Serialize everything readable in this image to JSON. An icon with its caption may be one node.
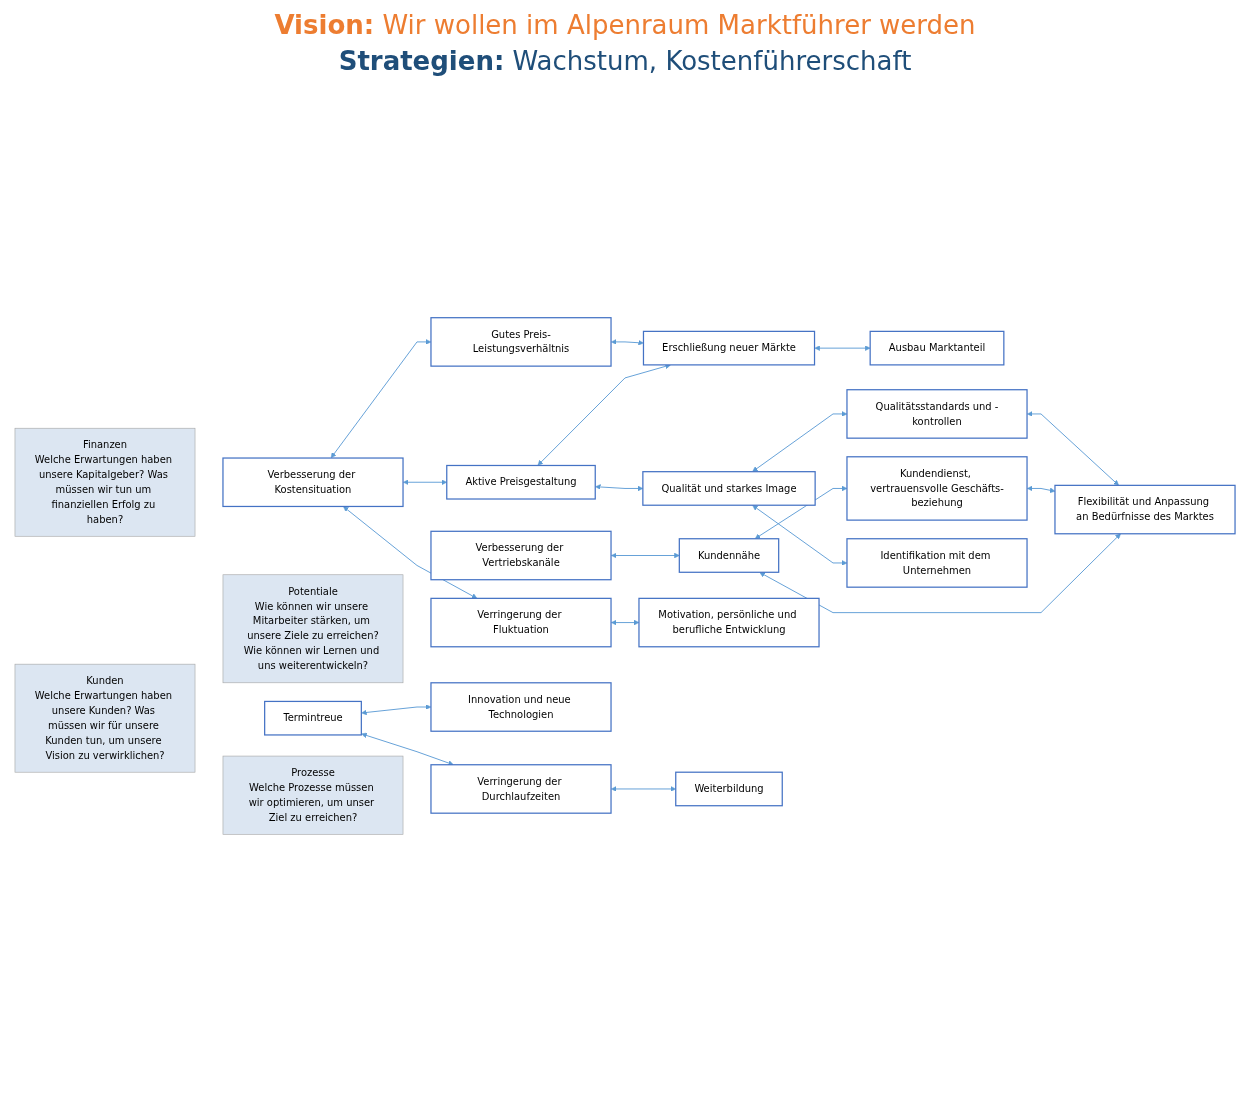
{
  "diagram": {
    "title": "**Vision:** Wir wollen im Alpenraum Marktführer werden",
    "nodes": [
      {
        "text": [
          "Finanzen",
          "Welche Erwartungen haben unsere Kapitalgeber? Was müssen wir tun um finanziellen Erfolg zu haben?"
        ]
      },
      {
        "text": [
          "Kunden",
          "Welche Erwartungen haben unsere Kunden? Was müssen wir für unsere Kunden tun, um unsere Vision zu verwirklichen?"
        ]
      },
      {
        "text": [
          "Prozesse",
          "Welche Prozesse müssen wir optimieren, um unser Ziel zu erreichen?"
        ]
      },
      {
        "text": [
          "Potentiale",
          "Wie können wir unsere Mitarbeiter stärken, um unsere Ziele zu erreichen?",
          "Wie können wir Lernen und uns weiterentwickeln?"
        ]
      },
      {
        "text": [
          "Verbesserung der Kostensituation"
        ]
      },
      {
        "text": [
          "Aktive Preisgestaltung"
        ]
      },
      {
        "text": [
          "Erschließung neuer Märkte"
        ]
      },
      {
        "text": [
          "Verbesserung der Vertriebskanäle"
        ]
      },
      {
        "text": [
          "Ausbau Marktanteil"
        ]
      },
      {
        "text": [
          "Gutes Preis-Leistungsverhältnis"
        ]
      },
      {
        "text": [
          "Qualität und starkes Image"
        ]
      },
      {
        "text": [
          "Kundendienst, vertrauensvolle Geschäfts-beziehung"
        ]
      },
      {
        "text": [
          "Termintreue"
        ]
      },
      {
        "text": [
          "Kundennähe"
        ]
      },
      {
        "text": [
          "Verringerung der Durchlaufzeiten"
        ]
      },
      {
        "text": [
          "Qualitätsstandards und -kontrollen"
        ]
      },
      {
        "text": [
          "Flexibilität und Anpassung an Bedürfnisse des Marktes"
        ]
      },
      {
        "text": [
          "Innovation und neue Technologien"
        ]
      },
      {
        "text": [
          "Verringerung der Fluktuation"
        ]
      },
      {
        "text": [
          "Motivation, persönliche und berufliche Entwicklung"
        ]
      },
      {
        "text": [
          "Identifikation mit dem Unternehmen"
        ]
      },
      {
        "text": [
          "Weiterbildung"
        ]
      }
    ],
    "edges": [
      {
        "from": 4,
        "to": 5,
        "arrow": "both"
      },
      {
        "from": 5,
        "to": 6,
        "arrow": "both"
      },
      {
        "from": 6,
        "to": 8,
        "arrow": "both"
      },
      {
        "from": 4,
        "to": 9,
        "arrow": "both"
      },
      {
        "from": 9,
        "to": 6,
        "arrow": "both"
      },
      {
        "from": 7,
        "to": 13,
        "arrow": "both"
      },
      {
        "from": 5,
        "to": 10,
        "arrow": "both"
      },
      {
        "from": 10,
        "to": 15,
        "arrow": "both"
      },
      {
        "from": 13,
        "to": 11,
        "arrow": "both"
      },
      {
        "from": 13,
        "to": 16,
        "arrow": "both"
      },
      {
        "from": 11,
        "to": 16,
        "arrow": "both"
      },
      {
        "from": 15,
        "to": 16,
        "arrow": "both"
      },
      {
        "from": 12,
        "to": 14,
        "arrow": "both"
      },
      {
        "from": 12,
        "to": 17,
        "arrow": "both"
      },
      {
        "from": 4,
        "to": 18,
        "arrow": "both"
      },
      {
        "from": 14,
        "to": 21,
        "arrow": "both"
      },
      {
        "from": 18,
        "to": 19,
        "arrow": "both"
      },
      {
        "from": 10,
        "to": 20,
        "arrow": "both"
      }
    ],
    "labels": [
      "**Strategien:** Wachstum, Kostenführerschaft"
    ]
  }
}
